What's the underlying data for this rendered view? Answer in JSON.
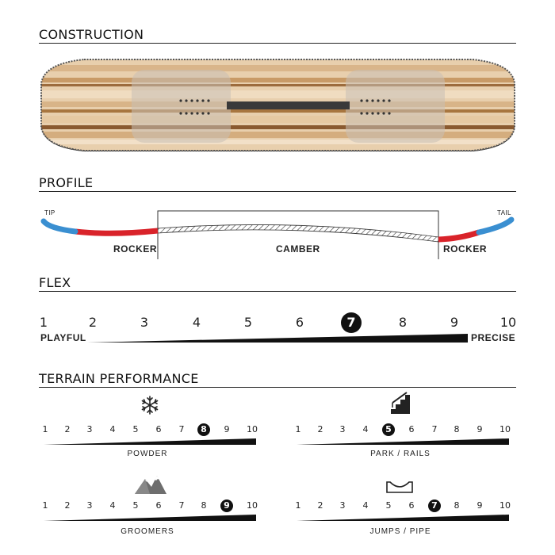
{
  "sections": {
    "construction": "CONSTRUCTION",
    "profile": "PROFILE",
    "flex": "FLEX",
    "terrain": "TERRAIN PERFORMANCE"
  },
  "profile": {
    "tip": "TIP",
    "tail": "TAIL",
    "rocker_left": "ROCKER",
    "camber": "CAMBER",
    "rocker_right": "ROCKER",
    "colors": {
      "tip": "#3a8fd1",
      "rocker": "#d9232a"
    }
  },
  "flex": {
    "scale": [
      "1",
      "2",
      "3",
      "4",
      "5",
      "6",
      "7",
      "8",
      "9",
      "10"
    ],
    "value": 7,
    "left_label": "PLAYFUL",
    "right_label": "PRECISE"
  },
  "terrain": [
    {
      "name": "POWDER",
      "value": 8,
      "icon": "snowflake-icon",
      "scale": [
        "1",
        "2",
        "3",
        "4",
        "5",
        "6",
        "7",
        "8",
        "9",
        "10"
      ]
    },
    {
      "name": "PARK / RAILS",
      "value": 5,
      "icon": "stairs-rail-icon",
      "scale": [
        "1",
        "2",
        "3",
        "4",
        "5",
        "6",
        "7",
        "8",
        "9",
        "10"
      ]
    },
    {
      "name": "GROOMERS",
      "value": 9,
      "icon": "mountain-icon",
      "scale": [
        "1",
        "2",
        "3",
        "4",
        "5",
        "6",
        "7",
        "8",
        "9",
        "10"
      ]
    },
    {
      "name": "JUMPS / PIPE",
      "value": 7,
      "icon": "halfpipe-icon",
      "scale": [
        "1",
        "2",
        "3",
        "4",
        "5",
        "6",
        "7",
        "8",
        "9",
        "10"
      ]
    }
  ]
}
